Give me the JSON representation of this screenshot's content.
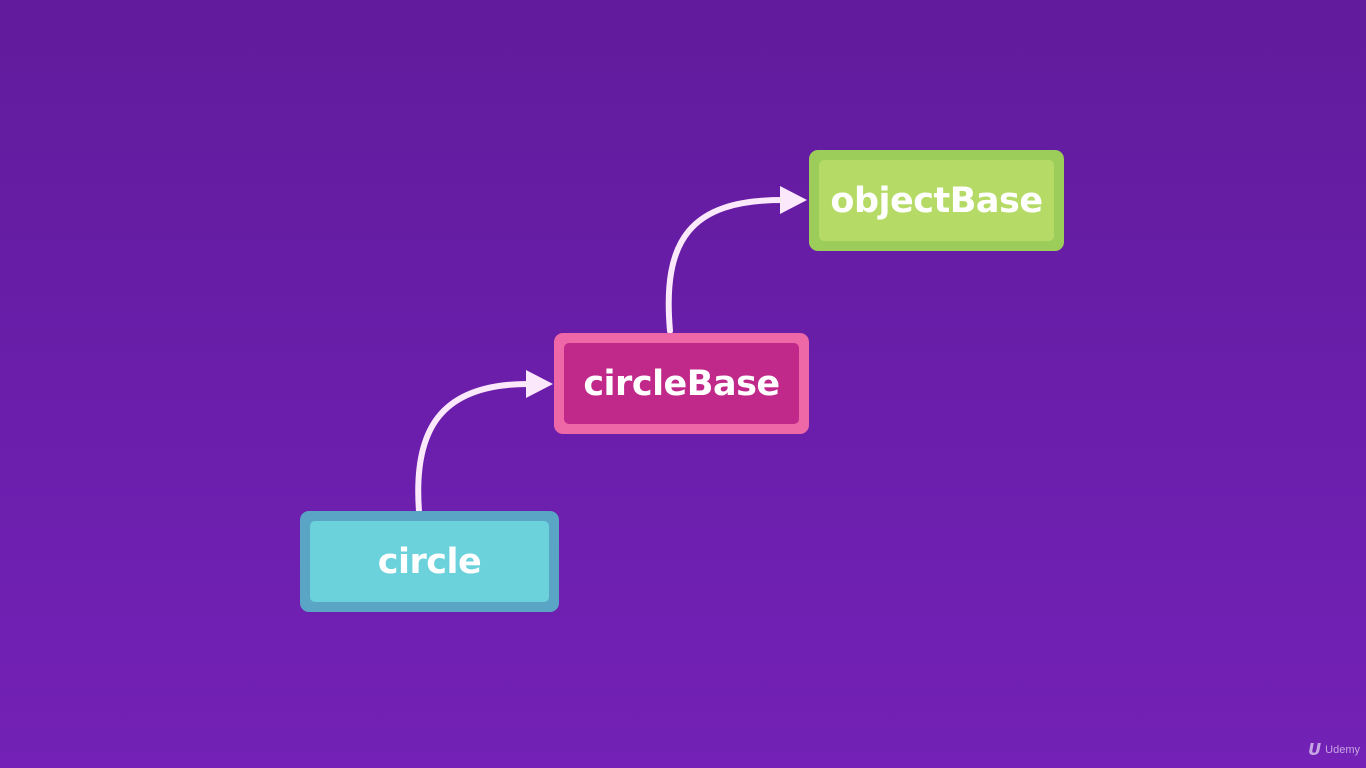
{
  "diagram": {
    "nodes": [
      {
        "id": "circle",
        "label": "circle",
        "border_color": "#5aa5c6",
        "fill_color": "#6bd2dc"
      },
      {
        "id": "circleBase",
        "label": "circleBase",
        "border_color": "#ee67a6",
        "fill_color": "#c0298a"
      },
      {
        "id": "objectBase",
        "label": "objectBase",
        "border_color": "#9ccc5a",
        "fill_color": "#b5db66"
      }
    ],
    "edges": [
      {
        "from": "circle",
        "to": "circleBase"
      },
      {
        "from": "circleBase",
        "to": "objectBase"
      }
    ],
    "arrow_color": "#fbe8fb",
    "background_color": "#6a1eaa"
  },
  "watermark": {
    "logo_icon": "udemy-logo-icon",
    "text": "Udemy"
  }
}
